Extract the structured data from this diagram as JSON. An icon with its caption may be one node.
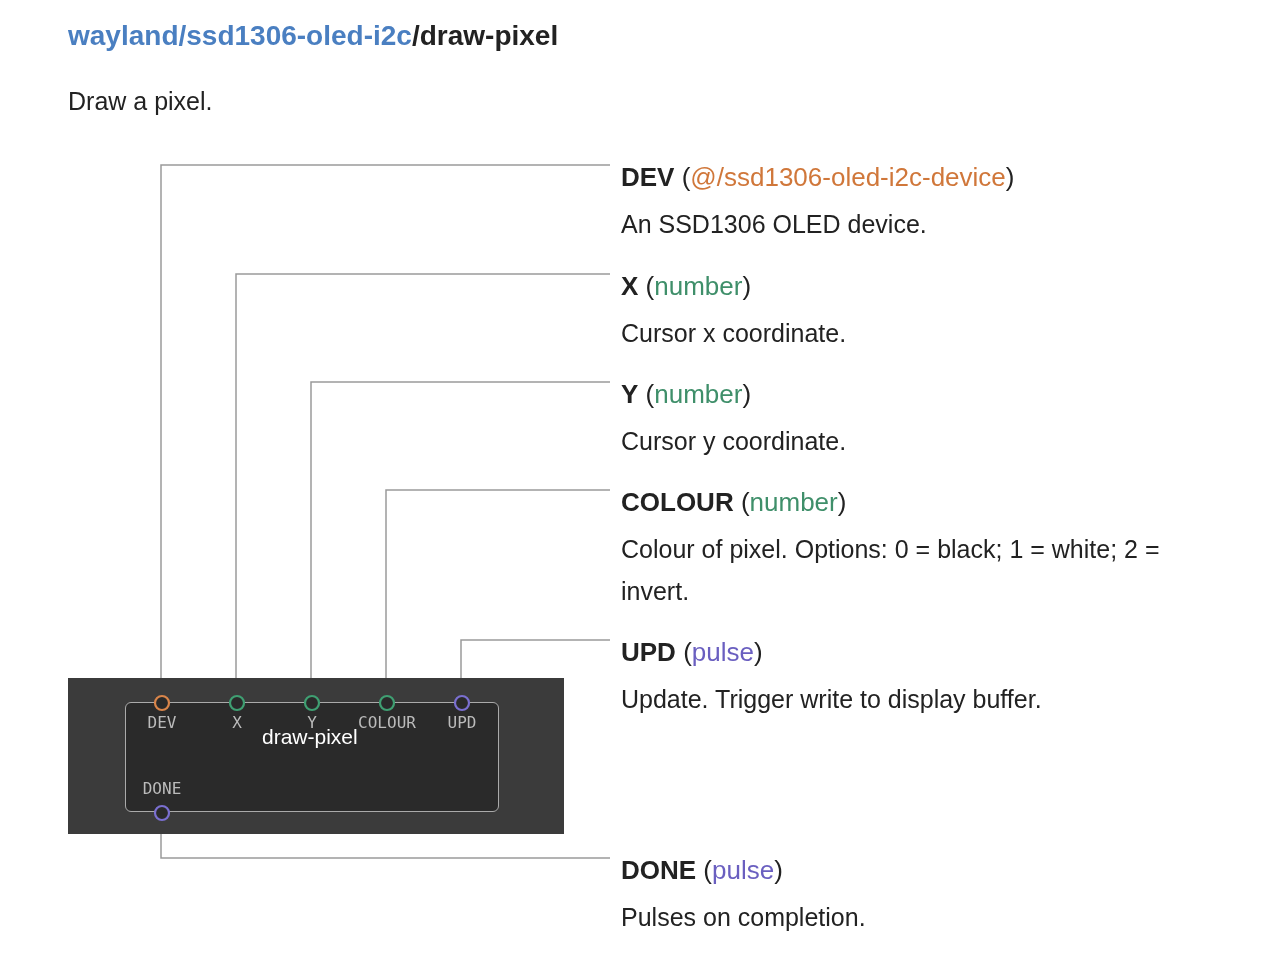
{
  "diagram": {
    "title": "wayland/ssd1306-oled-i2c/draw-pixel",
    "caption": "Draw a pixel.",
    "nodes": [
      {
        "text": [
          "draw-pixel"
        ]
      },
      {
        "text": [
          "DEV"
        ],
        "in": 0
      },
      {
        "text": [
          "X"
        ],
        "in": 0
      },
      {
        "text": [
          "Y"
        ],
        "in": 0
      },
      {
        "text": [
          "COLOUR"
        ],
        "in": 0
      },
      {
        "text": [
          "UPD"
        ],
        "in": 0
      },
      {
        "text": [
          "DONE"
        ],
        "in": 0
      },
      {
        "text": [
          "DEV (@/ssd1306-oled-i2c-device)",
          "An SSD1306 OLED device."
        ]
      },
      {
        "text": [
          "X (number)",
          "Cursor x coordinate."
        ]
      },
      {
        "text": [
          "Y (number)",
          "Cursor y coordinate."
        ]
      },
      {
        "text": [
          "COLOUR (number)",
          "Colour of pixel. Options: 0 = black; 1 = white; 2 = invert."
        ]
      },
      {
        "text": [
          "UPD (pulse)",
          "Update. Trigger write to display buffer."
        ]
      },
      {
        "text": [
          "DONE (pulse)",
          "Pulses on completion."
        ]
      }
    ],
    "edges": [
      {
        "from": 1,
        "to": 7,
        "arrow": "none"
      },
      {
        "from": 2,
        "to": 8,
        "arrow": "none"
      },
      {
        "from": 3,
        "to": 9,
        "arrow": "none"
      },
      {
        "from": 4,
        "to": 10,
        "arrow": "none"
      },
      {
        "from": 5,
        "to": 11,
        "arrow": "none"
      },
      {
        "from": 6,
        "to": 12,
        "arrow": "none"
      }
    ]
  }
}
